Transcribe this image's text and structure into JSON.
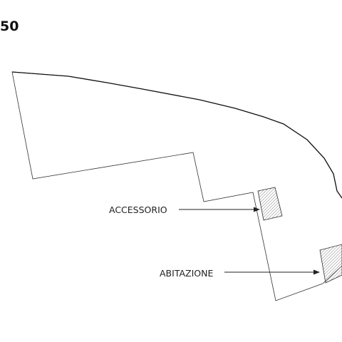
{
  "header": {
    "scale_text": "50"
  },
  "labels": {
    "accessorio": "ACCESSORIO",
    "abitazione": "ABITAZIONE"
  },
  "colors": {
    "outline": "#333333",
    "boundary_thick": "#111111",
    "hatch": "#777777",
    "text": "#222222"
  }
}
